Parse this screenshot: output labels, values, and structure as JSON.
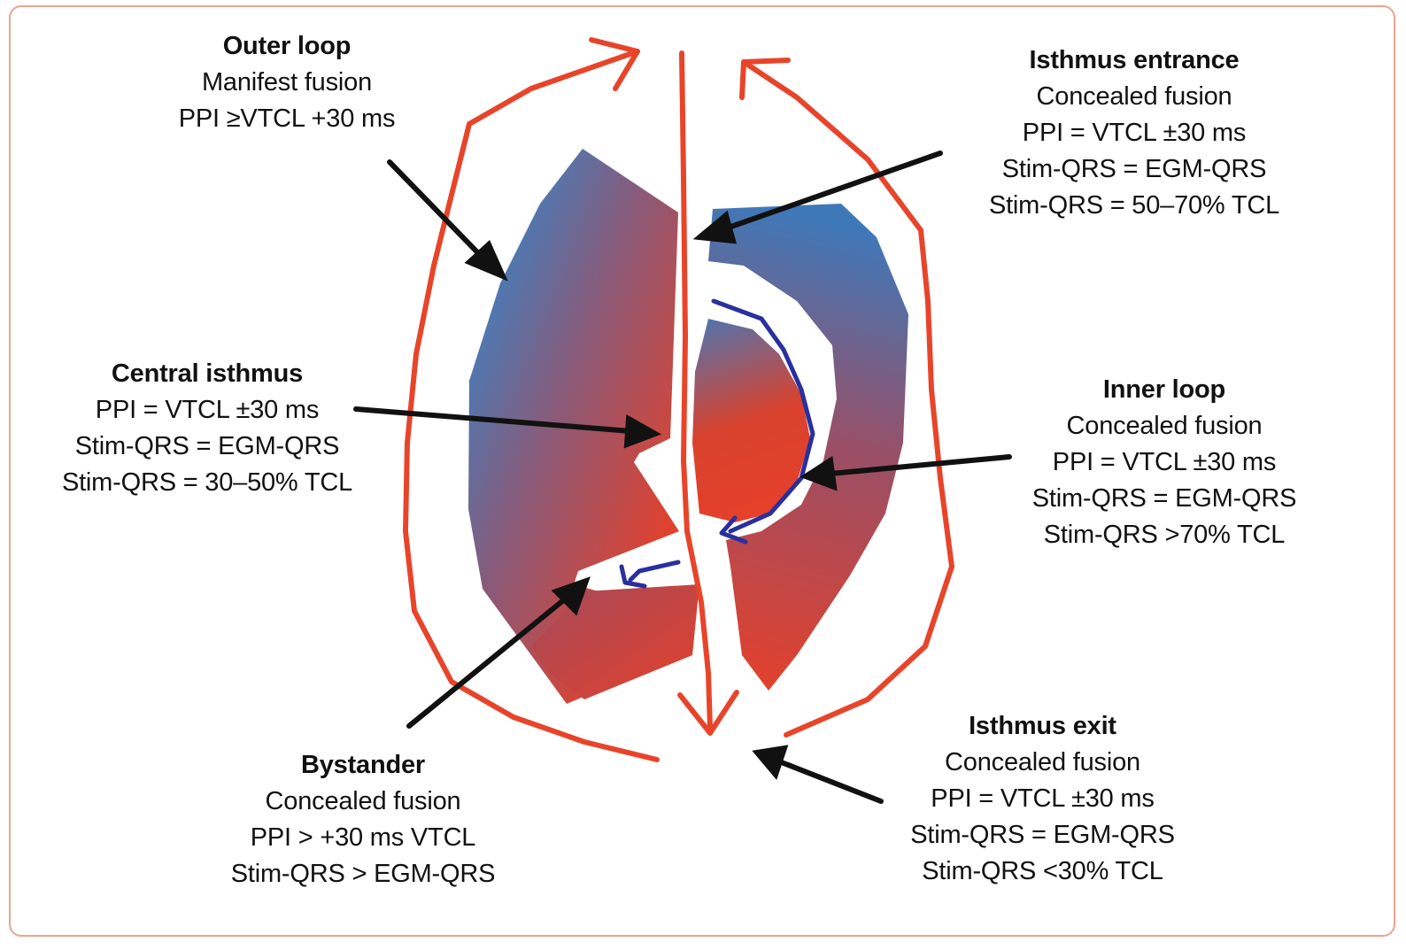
{
  "colors": {
    "border": "#e9a58f",
    "circuit_arrow": "#e8442a",
    "pointer_arrow": "#111111",
    "inner_loop_path": "#2a2f9e",
    "tissue_blue": "#3f7fbf",
    "tissue_red": "#e5402a"
  },
  "labels": {
    "outer_loop": {
      "title": "Outer loop",
      "lines": [
        "Manifest fusion",
        "PPI ≥VTCL +30 ms"
      ]
    },
    "isthmus_entrance": {
      "title": "Isthmus entrance",
      "lines": [
        "Concealed fusion",
        "PPI = VTCL ±30 ms",
        "Stim-QRS = EGM-QRS",
        "Stim-QRS = 50–70% TCL"
      ]
    },
    "central_isthmus": {
      "title": "Central isthmus",
      "lines": [
        "PPI = VTCL ±30 ms",
        "Stim-QRS = EGM-QRS",
        "Stim-QRS = 30–50% TCL"
      ]
    },
    "inner_loop": {
      "title": "Inner loop",
      "lines": [
        "Concealed fusion",
        "PPI = VTCL ±30 ms",
        "Stim-QRS = EGM-QRS",
        "Stim-QRS >70% TCL"
      ]
    },
    "bystander": {
      "title": "Bystander",
      "lines": [
        "Concealed fusion",
        "PPI > +30 ms VTCL",
        "Stim-QRS > EGM-QRS"
      ]
    },
    "isthmus_exit": {
      "title": "Isthmus exit",
      "lines": [
        "Concealed fusion",
        "PPI = VTCL ±30 ms",
        "Stim-QRS = EGM-QRS",
        "Stim-QRS <30% TCL"
      ]
    }
  }
}
